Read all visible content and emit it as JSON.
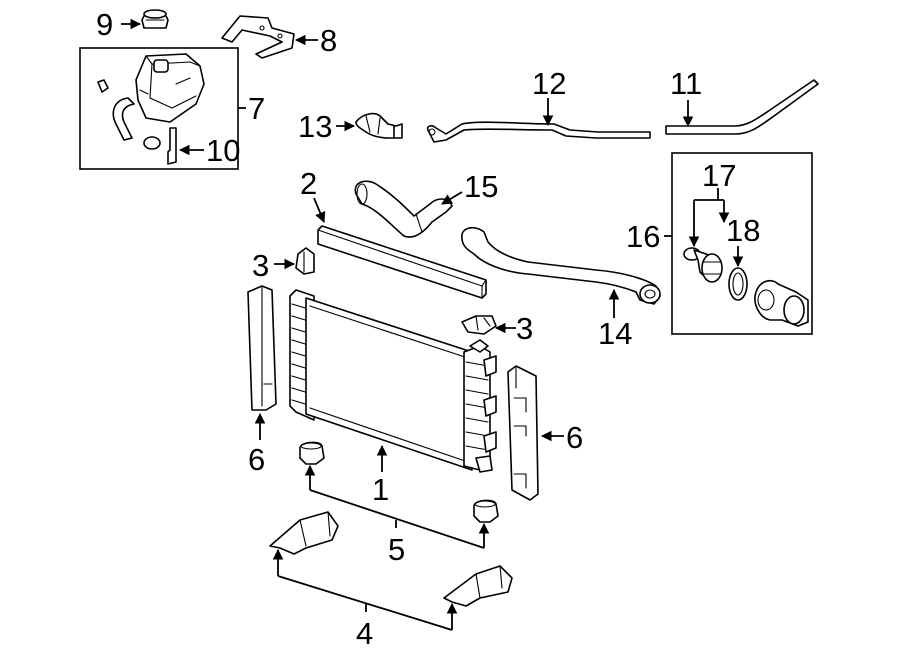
{
  "callouts": {
    "c1": "1",
    "c2": "2",
    "c3a": "3",
    "c3b": "3",
    "c4": "4",
    "c5": "5",
    "c6a": "6",
    "c6b": "6",
    "c7": "7",
    "c8": "8",
    "c9": "9",
    "c10": "10",
    "c11": "11",
    "c12": "12",
    "c13": "13",
    "c14": "14",
    "c15": "15",
    "c16": "16",
    "c17": "17",
    "c18": "18"
  }
}
